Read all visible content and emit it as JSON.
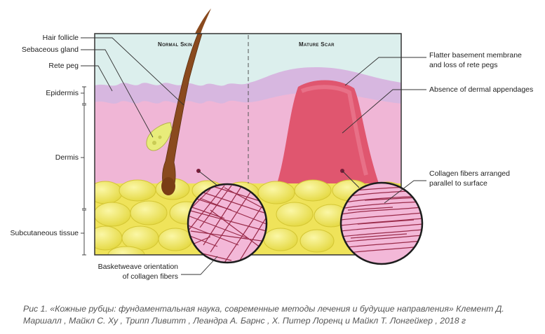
{
  "headers": {
    "left": "Normal Skin",
    "right": "Mature Scar"
  },
  "labels_left": {
    "hair_follicle": "Hair follicle",
    "sebaceous_gland": "Sebaceous gland",
    "rete_peg": "Rete peg",
    "epidermis": "Epidermis",
    "dermis": "Dermis",
    "subcutaneous": "Subcutaneous tissue"
  },
  "labels_right": {
    "flatter_1": "Flatter basement membrane",
    "flatter_2": "and loss of rete pegs",
    "absence": "Absence of dermal appendages",
    "collagen_1": "Collagen fibers arranged",
    "collagen_2": "parallel to surface"
  },
  "labels_bottom": {
    "basket_1": "Basketweave orientation",
    "basket_2": "of collagen fibers"
  },
  "caption": "Рис 1. «Кожные рубцы: фундаментальная наука, современные методы лечения и будущие направления» Клемент Д. Маршалл , Майкл С. Ху , Трипп Ливитт , Леандра А. Барнс , Х. Питер Лоренц и Майкл Т. Лонгейкер , 2018 г",
  "colors": {
    "sky": "#dcefed",
    "epidermis": "#d7b7e0",
    "dermis": "#f0b6d6",
    "scar": "#e0566f",
    "fat": "#f2ec6a",
    "hair": "#8a4a1e",
    "gland": "#e8ec7a"
  }
}
